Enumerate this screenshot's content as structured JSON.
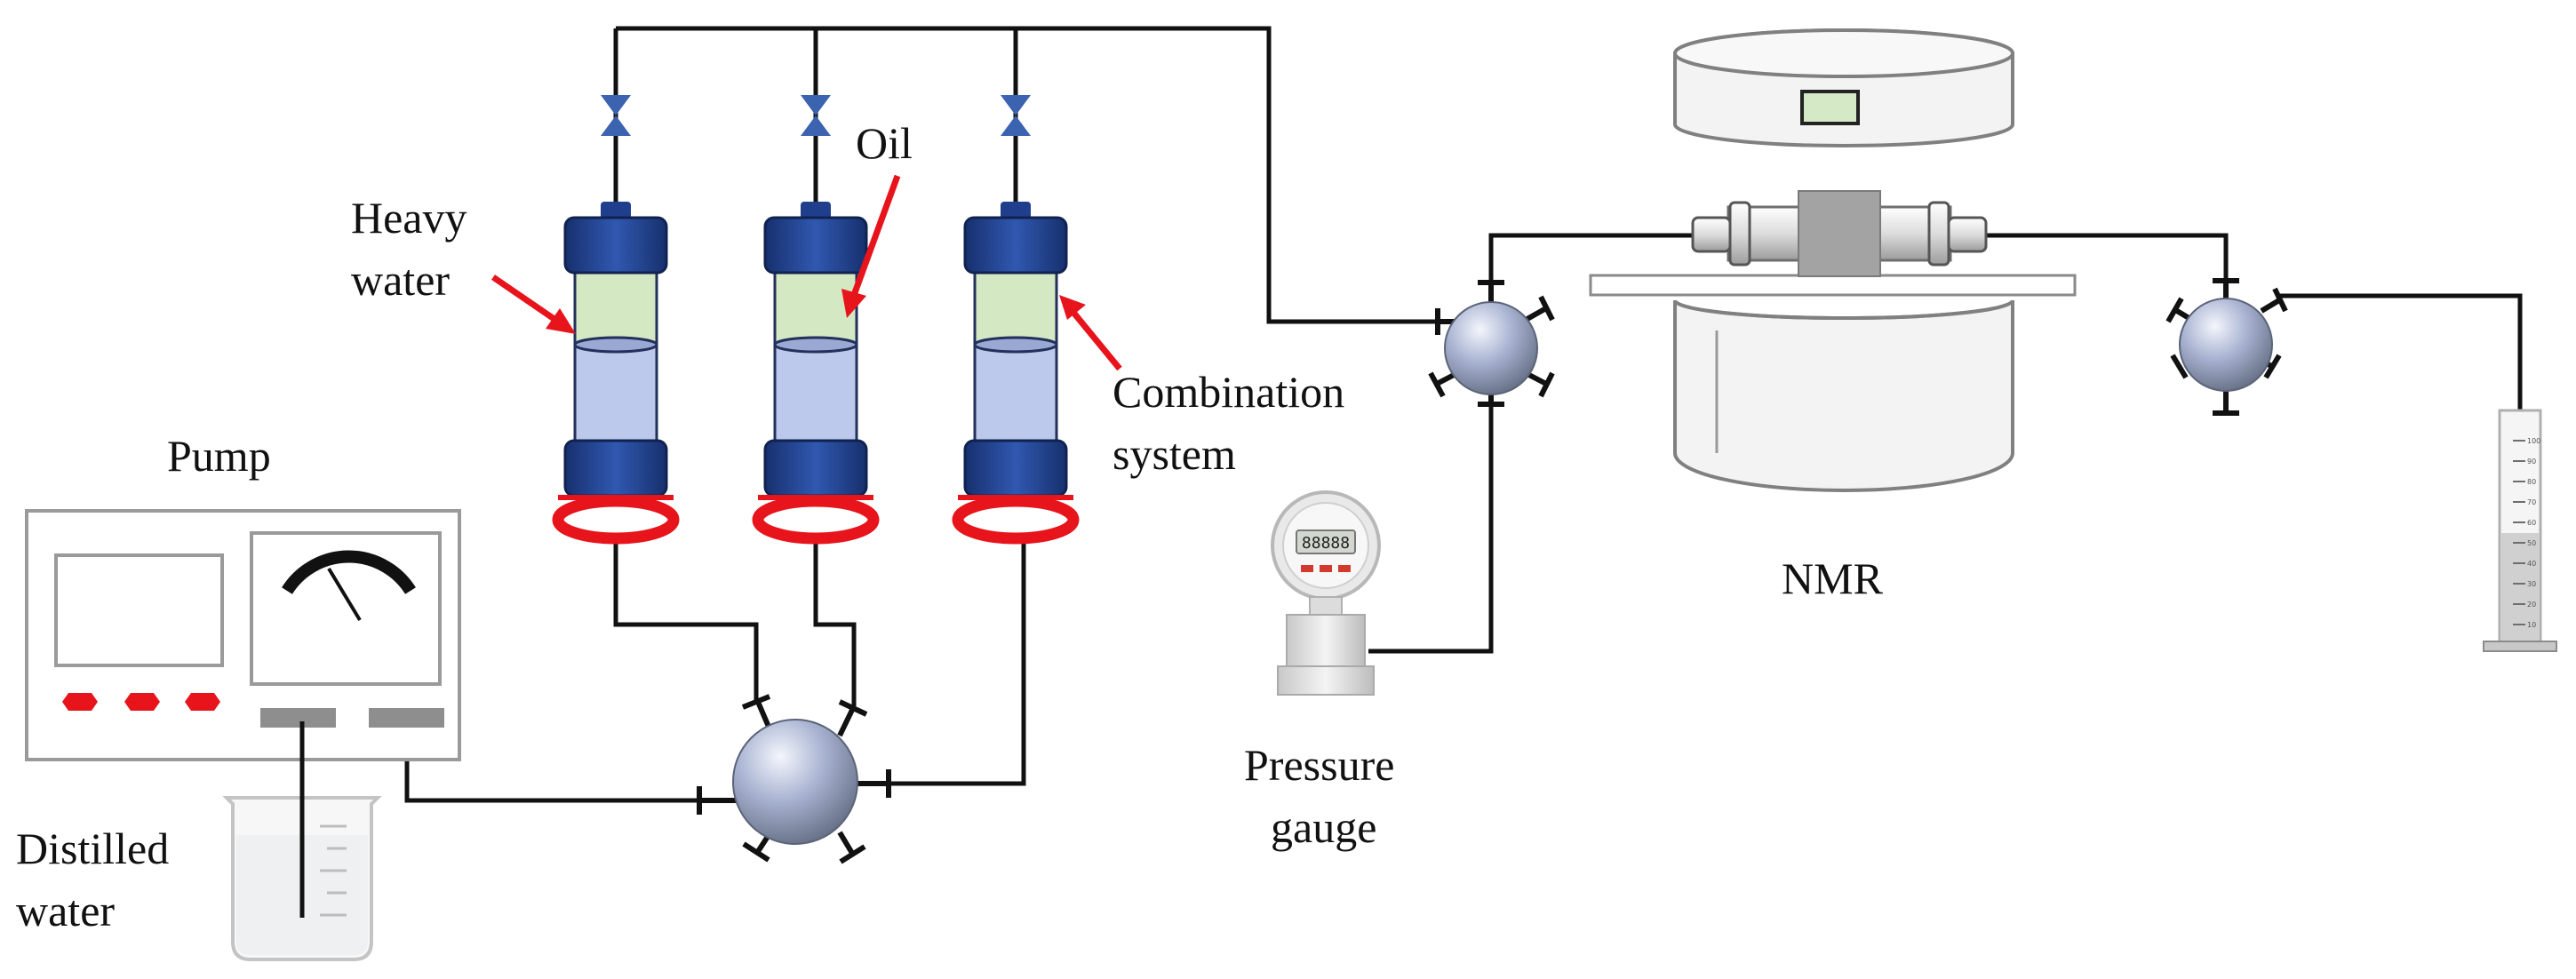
{
  "labels": {
    "heavy_water_line1": "Heavy",
    "heavy_water_line2": "water",
    "oil": "Oil",
    "combination_line1": "Combination",
    "combination_line2": "system",
    "pump": "Pump",
    "distilled_line1": "Distilled",
    "distilled_line2": "water",
    "pressure_line1": "Pressure",
    "pressure_line2": "gauge",
    "nmr": "NMR"
  },
  "gauge_display": "88888",
  "cylinder_ticks": [
    "10",
    "20",
    "30",
    "40",
    "50",
    "60",
    "70",
    "80",
    "90",
    "100"
  ],
  "colors": {
    "cylinder_blue": "#1f3f8c",
    "oil_green": "#d5e8c4",
    "water_blue": "#bcc9ec",
    "arrow_red": "#e8141b",
    "valve_blue": "#3c63b0",
    "line": "#111111"
  }
}
